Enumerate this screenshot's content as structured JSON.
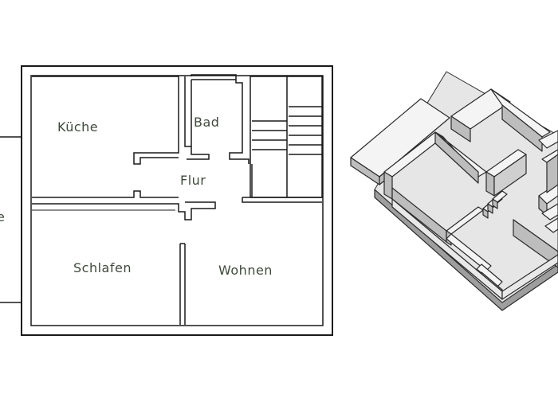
{
  "rooms": [
    {
      "id": "kueche",
      "label": "Küche"
    },
    {
      "id": "bad",
      "label": "Bad"
    },
    {
      "id": "flur",
      "label": "Flur"
    },
    {
      "id": "schlafen",
      "label": "Schlafen"
    },
    {
      "id": "wohnen",
      "label": "Wohnen"
    }
  ],
  "edge_fragment": {
    "label": "e"
  },
  "colors": {
    "wall": "#1a1a1a",
    "label": "#3d4a3a",
    "iso_top": "#f4f4f4",
    "iso_side": "#bdbdbd",
    "iso_floor": "#e6e6e6"
  }
}
